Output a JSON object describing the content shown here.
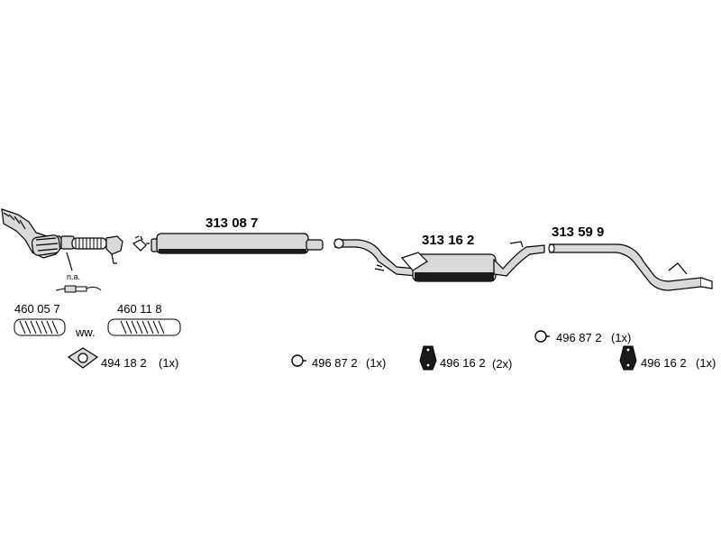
{
  "parts": {
    "middle_silencer": {
      "number": "313 08 7"
    },
    "center_section": {
      "number": "313 16 2"
    },
    "rear_pipe": {
      "number": "313 59 9"
    },
    "flex_pipe_a": {
      "number": "460 05 7"
    },
    "flex_pipe_b": {
      "number": "460 11 8"
    },
    "gasket": {
      "number": "494 18 2",
      "qty": "(1x)"
    },
    "clamp_1": {
      "number": "496 87 2",
      "qty": "(1x)"
    },
    "clamp_2": {
      "number": "496 87 2",
      "qty": "(1x)"
    },
    "rubber_mount_1": {
      "number": "496 16 2",
      "qty": "(2x)"
    },
    "rubber_mount_2": {
      "number": "496 16 2",
      "qty": "(1x)"
    }
  },
  "notes": {
    "not_available": "n.a.",
    "alternatively": "ww."
  },
  "colors": {
    "outline": "#000000",
    "pipe_fill": "#d9d9d9",
    "dark_fill": "#1a1a1a"
  }
}
